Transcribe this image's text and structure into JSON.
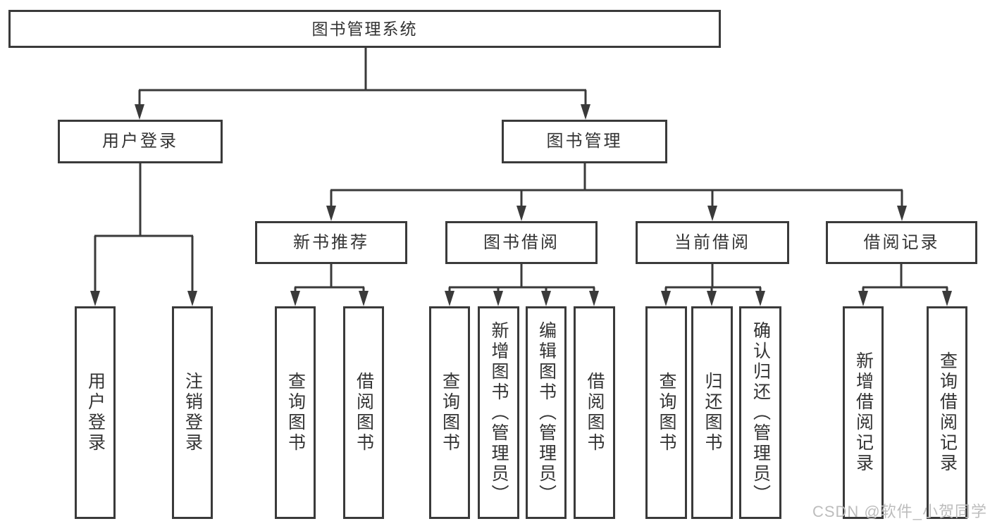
{
  "watermark": {
    "text": "CSDN @软件_小贺同学"
  },
  "colors": {
    "line": "#3a3a3a",
    "text": "#333333",
    "box_background": "#ffffff",
    "watermark": "#bdbdbd"
  },
  "tree": {
    "root": {
      "label": "图书管理系统",
      "children": [
        {
          "label": "用户登录",
          "children": [
            {
              "label": "用户登录"
            },
            {
              "label": "注销登录"
            }
          ]
        },
        {
          "label": "图书管理",
          "children": [
            {
              "label": "新书推荐",
              "children": [
                {
                  "label": "查询图书"
                },
                {
                  "label": "借阅图书"
                }
              ]
            },
            {
              "label": "图书借阅",
              "children": [
                {
                  "label": "查询图书"
                },
                {
                  "label": "新增图书（管理员）"
                },
                {
                  "label": "编辑图书（管理员）"
                },
                {
                  "label": "借阅图书"
                }
              ]
            },
            {
              "label": "当前借阅",
              "children": [
                {
                  "label": "查询图书"
                },
                {
                  "label": "归还图书"
                },
                {
                  "label": "确认归还（管理员）"
                }
              ]
            },
            {
              "label": "借阅记录",
              "children": [
                {
                  "label": "新增借阅记录"
                },
                {
                  "label": "查询借阅记录"
                }
              ]
            }
          ]
        }
      ]
    }
  }
}
